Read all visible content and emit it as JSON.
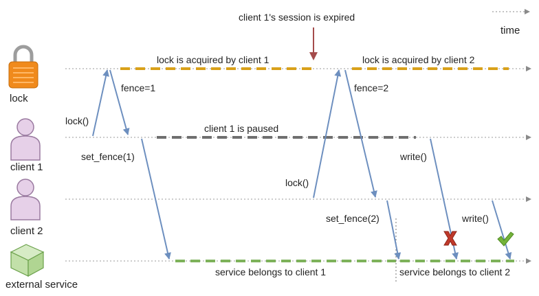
{
  "colors": {
    "timeline": "#9a9a9a",
    "lock_band": "#d9a11a",
    "pause_band": "#6f6f6f",
    "service_band": "#7db25a",
    "arrow": "#6d8fbf",
    "expire_arrow": "#a44b4b",
    "reject_mark": "#c0392b",
    "accept_mark": "#74b33a"
  },
  "legend": {
    "time_label": "time"
  },
  "actors": {
    "lock": {
      "label": "lock",
      "icon": "padlock-icon"
    },
    "client1": {
      "label": "client 1",
      "icon": "user-icon"
    },
    "client2": {
      "label": "client 2",
      "icon": "user-icon"
    },
    "service": {
      "label": "external service",
      "icon": "box-icon"
    }
  },
  "annotations": {
    "session_expired": "client 1's session is expired",
    "lock_client1": "lock is acquired by client 1",
    "lock_client2": "lock is acquired by client 2",
    "client1_paused": "client 1 is paused",
    "service_client1": "service belongs to client 1",
    "service_client2": "service belongs to client 2"
  },
  "messages": {
    "lock_c1": "lock()",
    "fence_1": "fence=1",
    "set_fence_1": "set_fence(1)",
    "lock_c2": "lock()",
    "fence_2": "fence=2",
    "set_fence_2": "set_fence(2)",
    "write_c1": "write()",
    "write_c2": "write()"
  },
  "outcomes": {
    "client1_write": "rejected",
    "client2_write": "accepted"
  }
}
